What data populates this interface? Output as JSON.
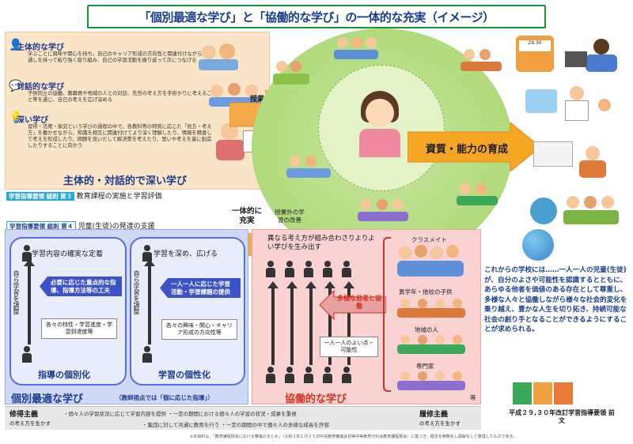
{
  "title": {
    "part1": "「個別最適な学び」と「協働的な学び」の一体的な充実（イメージ）"
  },
  "left_box": {
    "sections": [
      {
        "heading": "主体的な学び",
        "text": "学ぶことに興味や関心を持ち、自己のキャリア形成の方向性と関連付けながら、見通しを持って粘り強く取り組み、自己の学習活動を振り返って次につなげる"
      },
      {
        "heading": "対話的な学び",
        "text": "子供同士の協働、教職員や地域の人との対話、先哲の考え方を手掛かりに考えること等を通じ、自己の考えを広げ深める"
      },
      {
        "heading": "深い学び",
        "text": "習得・活用・探究という学びの過程の中で、各教科等の特質に応じた「見方・考え方」を働かせながら、知識を相互に関連付けてより深く理解したり、情報を精査して考えを形成したり、問題を見いだして解決策を考えたり、思いや考えを基に創造したりすることに向かう"
      }
    ],
    "main_label": "主体的・対話的で深い学び",
    "arrow_label": "授業改善"
  },
  "guideline1": {
    "tag": "学習指導要領  総則  第３",
    "text": "教育課程の実施と学習評価"
  },
  "guideline2": {
    "tag": "学習指導要領  総則  第４",
    "text": "児童(生徒)の発達の支援"
  },
  "center": {
    "capability": "資質・能力の育成",
    "integrated": "一体的に充実",
    "outside_class": "授業外の学習の改善"
  },
  "blue_box": {
    "panel1": {
      "top": "学習内容の確実な定着",
      "vertical": "自ら学習を調整",
      "notch": "必要に応じた重点的な指導、指導方法等の工夫",
      "card": "各々の特性・学習進度・学習到達度等",
      "title": "指導の個別化"
    },
    "panel2": {
      "top": "学習を深め、広げる",
      "vertical": "自ら学習を調整",
      "notch": "一人一人に応じた学習活動・学習課題の提供",
      "card": "各々の興味・関心・キャリア形成の方向性等",
      "title": "学習の個性化"
    },
    "big_title": "個別最適な学び",
    "teacher_view": "（教師視点では「個に応じた指導」）"
  },
  "pink_box": {
    "top": "異なる考え方が組み合わさりよりよい学びを生み出す",
    "notch": "多様な他者と協働",
    "card": "一人一人のよい点・可能性",
    "big_title": "協働的な学び",
    "groups": [
      "クラスメイト",
      "異学年・他校の子供",
      "地域の人",
      "専門家"
    ],
    "etc": "等"
  },
  "right_panel": {
    "text": "これからの学校には……一人一人の児童(生徒)が、自分のよさや可能性を認識するとともに、あらゆる他者を価値のある存在として尊重し、多様な人々と協働しながら様々な社会的変化を乗り越え、豊かな人生を切り拓き、持続可能な社会の創り手となることができるようにすることが求められる。",
    "source": "平成２９,３０年改訂学習指導要領  前文"
  },
  "bottom": {
    "left_label": "修得主義",
    "left_sub": "の考え方を生かす",
    "right_label": "履修主義",
    "right_sub": "の考え方を生かす",
    "line1": "・個々人の学習状況に応じて学習内容を提供  ・一定の期間における個々人の学習の状況・成果を重視",
    "line2": "・集団に対して共通に教育を行う  ・一定の期間の中で個々人の多様な成長を許容"
  },
  "footnote": "※本資料は、「教育課程部会における審議のまとめ」（令和３年１月２５日中央教育審議会初等中等教育分科会教育課程部会）に基づき、概念を簡略化し図解化して整理したものである。",
  "colors": {
    "blue": "#1a3d8f",
    "red": "#d0341f",
    "green": "#1f8f3a",
    "orange": "#f29a1f"
  }
}
